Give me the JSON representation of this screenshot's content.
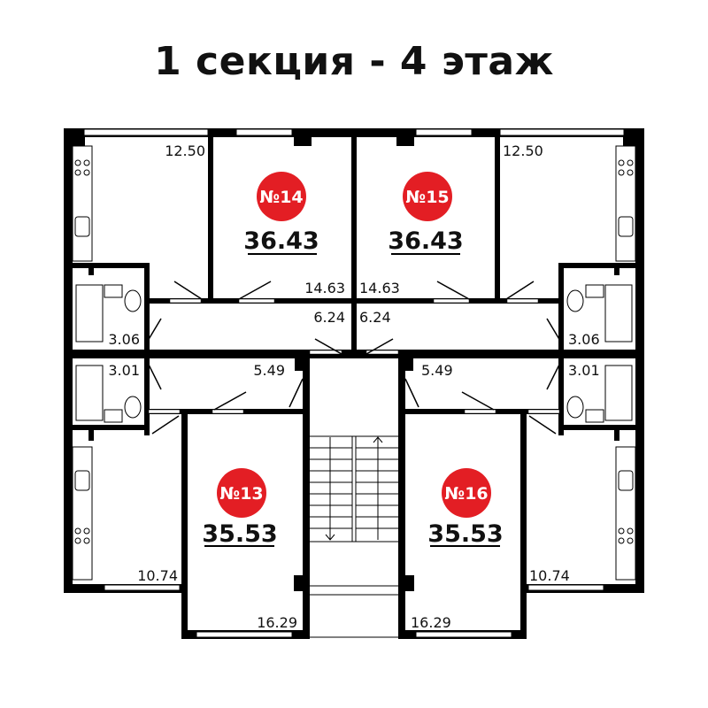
{
  "title": "1 секция - 4 этаж",
  "colors": {
    "badge": "#e31e24",
    "wall": "#000000"
  },
  "apartments": [
    {
      "number": "№14",
      "total_area": "36.43"
    },
    {
      "number": "№15",
      "total_area": "36.43"
    },
    {
      "number": "№13",
      "total_area": "35.53"
    },
    {
      "number": "№16",
      "total_area": "35.53"
    }
  ],
  "rooms": {
    "kitchen_top_left": "12.50",
    "kitchen_top_right": "12.50",
    "room_14": "14.63",
    "room_15": "14.63",
    "hall_14": "6.24",
    "hall_15": "6.24",
    "bath_14": "3.06",
    "bath_15": "3.06",
    "bath_13": "3.01",
    "bath_16": "3.01",
    "hall_13": "5.49",
    "hall_16": "5.49",
    "kitchen_bottom_left": "10.74",
    "kitchen_bottom_right": "10.74",
    "room_13": "16.29",
    "room_16": "16.29"
  }
}
